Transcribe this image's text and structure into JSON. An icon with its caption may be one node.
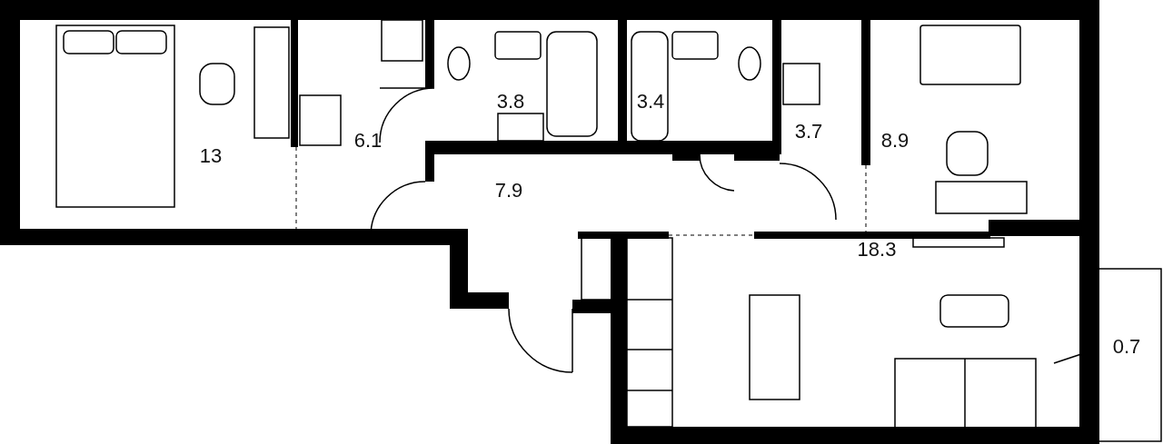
{
  "diagram": {
    "labels": [
      "13",
      "6.1",
      "3.8",
      "3.4",
      "3.7",
      "8.9",
      "7.9",
      "18.3",
      "0.7"
    ]
  }
}
